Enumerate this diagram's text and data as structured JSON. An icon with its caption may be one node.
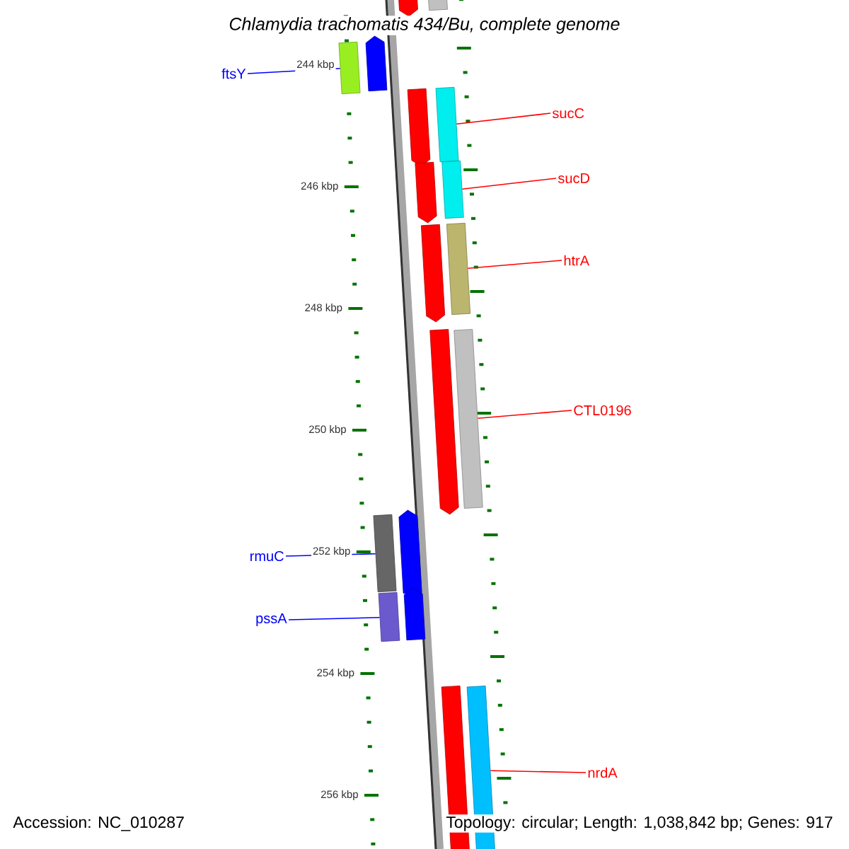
{
  "diagram": {
    "title": "Chlamydia trachomatis 434/Bu, complete genome",
    "nodes": [
      {
        "text": [],
        "shape": "arrow"
      },
      {
        "text": [],
        "shape": "bar"
      },
      {
        "text": [],
        "shape": "bar"
      },
      {
        "text": [],
        "shape": "arrow"
      },
      {
        "text": [],
        "shape": "arrow"
      },
      {
        "text": [],
        "shape": "bar"
      },
      {
        "text": [],
        "shape": "arrow"
      },
      {
        "text": [],
        "shape": "bar"
      },
      {
        "text": [],
        "shape": "arrow"
      },
      {
        "text": [],
        "shape": "bar"
      },
      {
        "text": [],
        "shape": "arrow"
      },
      {
        "text": [],
        "shape": "bar"
      },
      {
        "text": [],
        "shape": "bar"
      },
      {
        "text": [],
        "shape": "arrow"
      },
      {
        "text": [],
        "shape": "bar"
      },
      {
        "text": [],
        "shape": "arrow"
      },
      {
        "text": [],
        "shape": "bar"
      },
      {
        "text": [],
        "shape": "bar"
      },
      {
        "text": [
          "ftsY"
        ]
      },
      {
        "text": [
          "sucC"
        ]
      },
      {
        "text": [
          "sucD"
        ]
      },
      {
        "text": [
          "htrA"
        ]
      },
      {
        "text": [
          "CTL0196"
        ]
      },
      {
        "text": [
          "rmuC"
        ]
      },
      {
        "text": [
          "pssA"
        ]
      },
      {
        "text": [
          "nrdA"
        ]
      }
    ],
    "edges": [
      {
        "from": 18,
        "to": 2,
        "arrow": "none",
        "color": "#0000ff"
      },
      {
        "from": 19,
        "to": 5,
        "arrow": "none"
      },
      {
        "from": 20,
        "to": 7,
        "arrow": "none"
      },
      {
        "from": 21,
        "to": 9,
        "arrow": "none"
      },
      {
        "from": 22,
        "to": 11,
        "arrow": "none"
      },
      {
        "from": 23,
        "to": 12,
        "arrow": "none",
        "color": "#0000ff"
      },
      {
        "from": 24,
        "to": 14,
        "arrow": "none",
        "color": "#0000ff"
      },
      {
        "from": 25,
        "to": 17,
        "arrow": "none"
      }
    ],
    "labels": [
      "244 kbp",
      "246 kbp",
      "248 kbp",
      "250 kbp",
      "252 kbp",
      "254 kbp",
      "256 kbp",
      "Accession: NC_010287",
      "Topology: circular; Length: 1,038,842 bp; Genes: 917"
    ]
  }
}
